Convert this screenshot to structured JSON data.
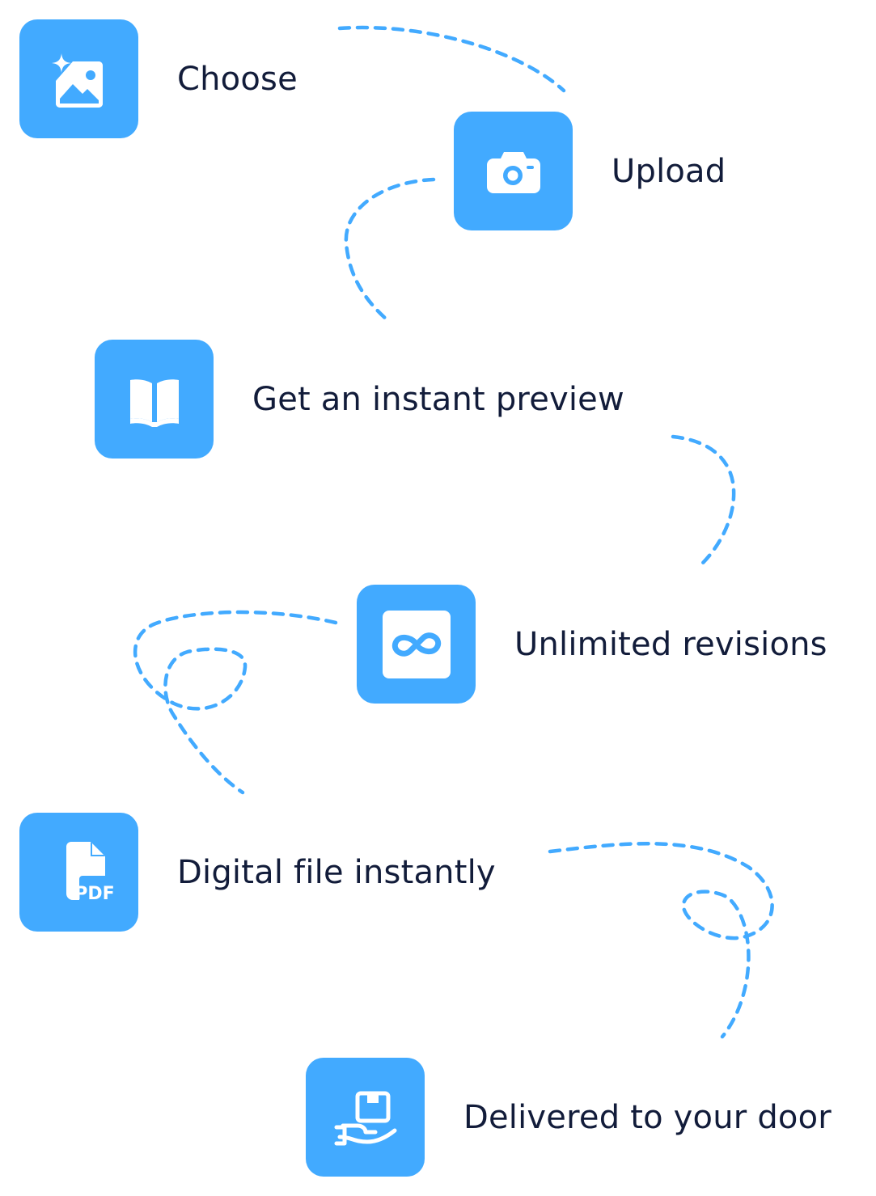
{
  "colors": {
    "tile": "#42aaff",
    "text": "#121c3a",
    "connector": "#42aaff"
  },
  "steps": [
    {
      "label": "Choose",
      "icon": "image-sparkle-icon"
    },
    {
      "label": "Upload",
      "icon": "camera-icon"
    },
    {
      "label": "Get an instant preview",
      "icon": "open-book-icon"
    },
    {
      "label": "Unlimited revisions",
      "icon": "infinity-icon"
    },
    {
      "label": "Digital file instantly",
      "icon": "pdf-file-icon",
      "icon_text": "PDF"
    },
    {
      "label": "Delivered to your door",
      "icon": "package-in-hand-icon"
    }
  ]
}
